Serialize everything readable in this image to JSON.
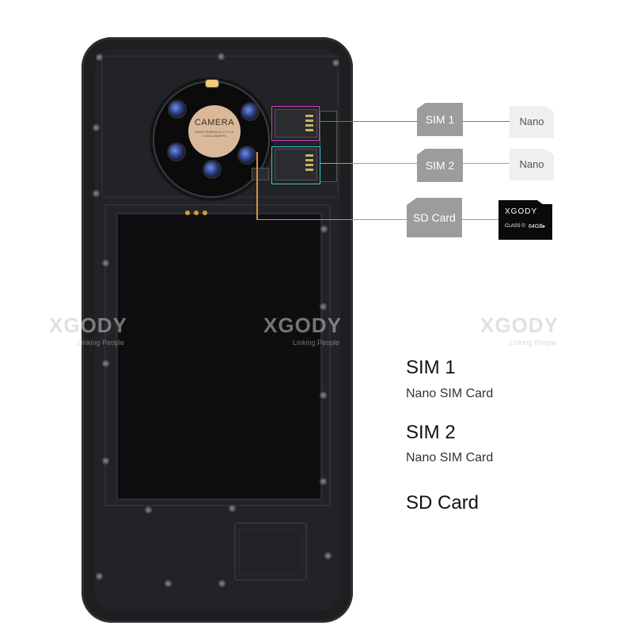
{
  "camera": {
    "title": "CAMERA",
    "subtitle": "VARIO-SUMMILUX-H 1:1.8-2.4/16-240ASPH"
  },
  "callouts": {
    "sim1_label": "SIM 1",
    "sim2_label": "SIM 2",
    "sd_label": "SD Card",
    "nano1_label": "Nano",
    "nano2_label": "Nano",
    "sim1_color": "#c63fc0",
    "sim2_color": "#3cc6d0",
    "sd_color": "#d8903c"
  },
  "sd_card": {
    "brand": "XGODY",
    "class_text": "CLASS ©",
    "capacity": "64GB▸"
  },
  "watermark": {
    "brand": "XGODY",
    "tagline": "Linking People"
  },
  "legend": [
    {
      "title": "SIM 1",
      "subtitle": "Nano SIM Card"
    },
    {
      "title": "SIM 2",
      "subtitle": "Nano SIM Card"
    },
    {
      "title": "SD Card",
      "subtitle": ""
    }
  ]
}
